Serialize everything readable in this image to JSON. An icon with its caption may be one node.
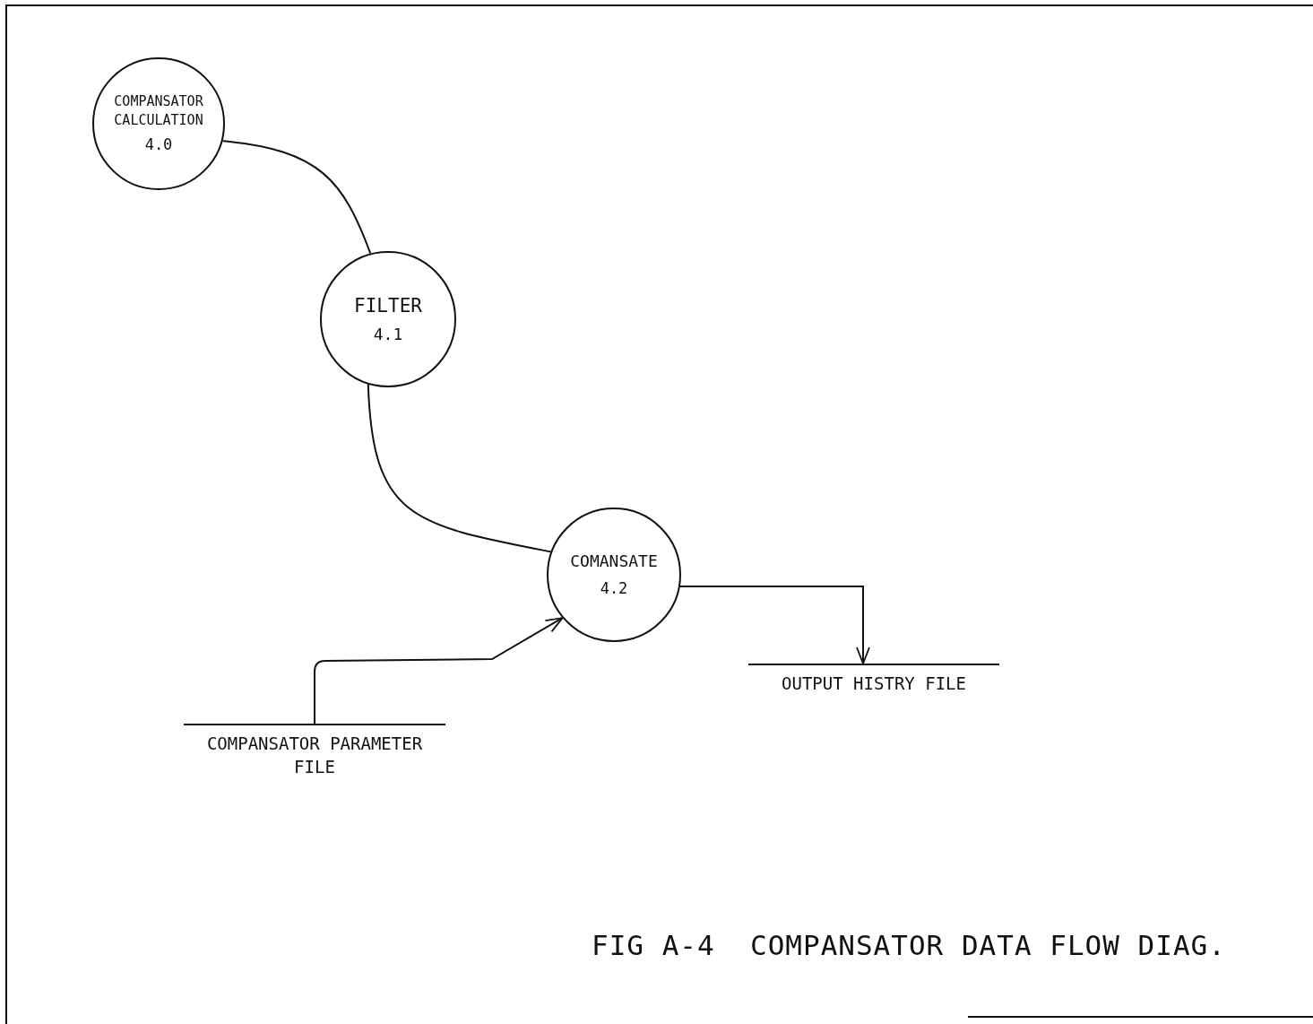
{
  "diagram": {
    "caption": "FIG A-4  COMPANSATOR DATA FLOW DIAG.",
    "nodes": [
      {
        "text": [
          "COMPANSATOR CALCULATION",
          "4.0"
        ]
      },
      {
        "text": [
          "FILTER",
          "4.1"
        ]
      },
      {
        "text": [
          "COMANSATE",
          "4.2"
        ]
      },
      {
        "text": [
          "COMPANSATOR PARAMETER FILE"
        ]
      },
      {
        "text": [
          "OUTPUT HISTRY FILE"
        ]
      }
    ],
    "edges": [
      {
        "from": 0,
        "to": 1,
        "arrow": "none"
      },
      {
        "from": 1,
        "to": 2,
        "arrow": "none"
      },
      {
        "from": 3,
        "to": 2,
        "arrow": "to"
      },
      {
        "from": 2,
        "to": 4,
        "arrow": "to"
      }
    ]
  }
}
